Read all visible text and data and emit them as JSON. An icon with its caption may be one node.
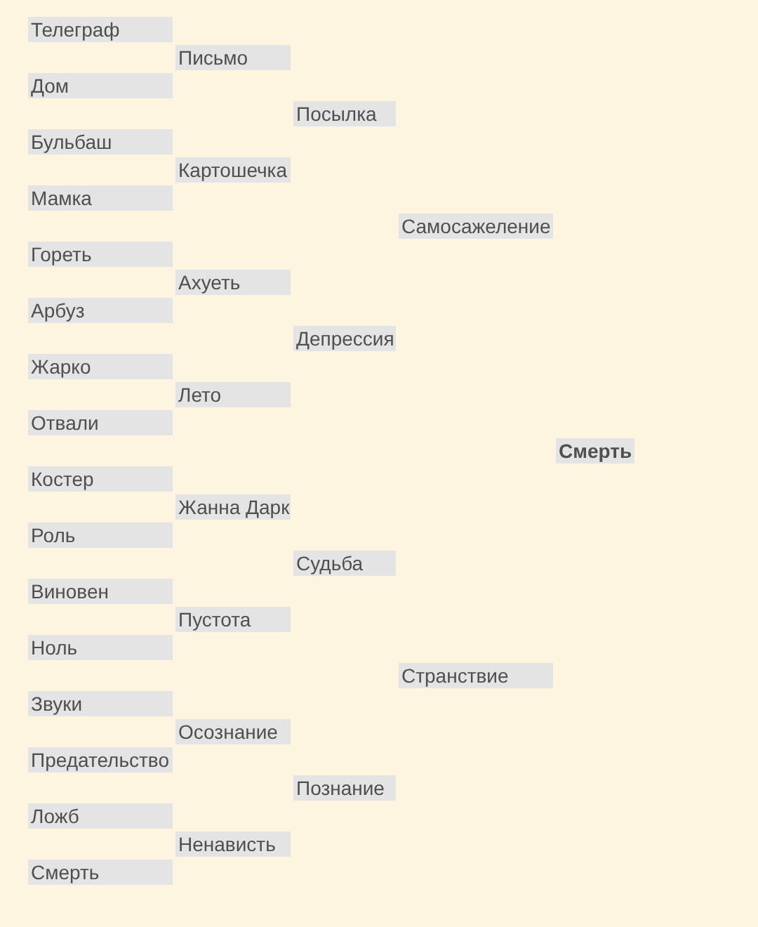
{
  "diagram": {
    "nodes": [
      {
        "text": [
          "Телеграф"
        ]
      },
      {
        "text": [
          "Письмо"
        ]
      },
      {
        "text": [
          "Дом"
        ]
      },
      {
        "text": [
          "Посылка"
        ]
      },
      {
        "text": [
          "Бульбаш"
        ]
      },
      {
        "text": [
          "Картошечка"
        ]
      },
      {
        "text": [
          "Мамка"
        ]
      },
      {
        "text": [
          "Самосажеление"
        ]
      },
      {
        "text": [
          "Гореть"
        ]
      },
      {
        "text": [
          "Ахуеть"
        ]
      },
      {
        "text": [
          "Арбуз"
        ]
      },
      {
        "text": [
          "Депрессия"
        ]
      },
      {
        "text": [
          "Жарко"
        ]
      },
      {
        "text": [
          "Лето"
        ]
      },
      {
        "text": [
          "Отвали"
        ]
      },
      {
        "text": [
          "Смерть"
        ]
      },
      {
        "text": [
          "Костер"
        ]
      },
      {
        "text": [
          "Жанна Дарк"
        ]
      },
      {
        "text": [
          "Роль"
        ]
      },
      {
        "text": [
          "Судьба"
        ]
      },
      {
        "text": [
          "Виновен"
        ]
      },
      {
        "text": [
          "Пустота"
        ]
      },
      {
        "text": [
          "Ноль"
        ]
      },
      {
        "text": [
          "Странствие"
        ]
      },
      {
        "text": [
          "Звуки"
        ]
      },
      {
        "text": [
          "Осознание"
        ]
      },
      {
        "text": [
          "Предательство"
        ]
      },
      {
        "text": [
          "Познание"
        ]
      },
      {
        "text": [
          "Ложб"
        ]
      },
      {
        "text": [
          "Ненависть"
        ]
      },
      {
        "text": [
          "Смерть"
        ]
      }
    ]
  }
}
